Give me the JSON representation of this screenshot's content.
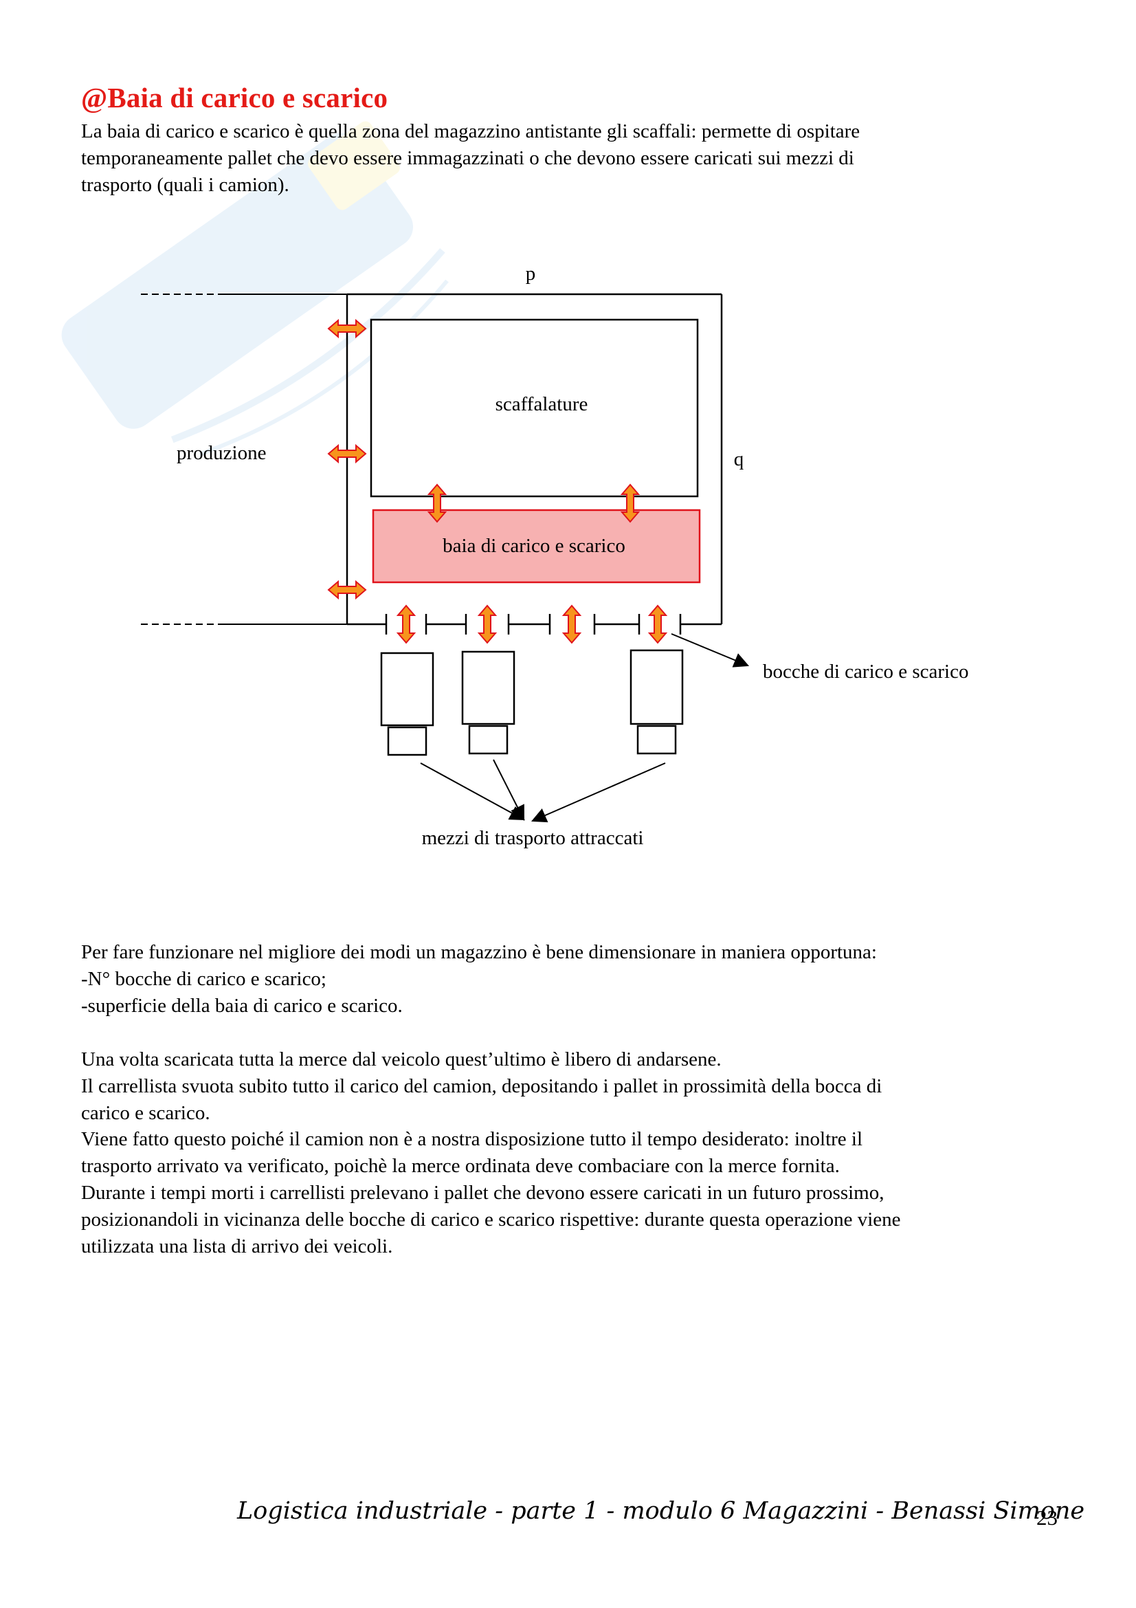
{
  "title": "@Baia di carico e scarico",
  "intro_lines": [
    "La baia di carico e scarico è quella zona del magazzino antistante gli scaffali: permette di ospitare",
    "temporaneamente pallet che devo essere immagazzinati o che devono essere caricati sui mezzi di",
    "trasporto (quali i camion)."
  ],
  "diagram": {
    "label_p": "p",
    "label_q": "q",
    "label_produzione": "produzione",
    "label_scaffalature": "scaffalature",
    "label_baia": "baia di carico e scarico",
    "label_bocche": "bocche di carico e scarico",
    "label_mezzi": "mezzi di trasporto attraccati",
    "colors": {
      "baia_fill": "#f7b1b1",
      "baia_stroke": "#e0131b",
      "arrow_fill": "#f7941d",
      "arrow_stroke": "#e0131b"
    }
  },
  "paragraph1": [
    "Per fare funzionare nel migliore dei modi un magazzino è bene dimensionare in maniera opportuna:",
    "-N° bocche di carico e scarico;",
    "-superficie della baia di carico e scarico."
  ],
  "paragraph2": [
    "Una volta scaricata tutta la merce dal veicolo quest’ultimo è libero di andarsene.",
    "Il carrellista svuota subito tutto il carico del camion, depositando i pallet in prossimità della bocca di",
    "carico e scarico.",
    "Viene fatto questo poiché il camion non è a nostra disposizione tutto il tempo desiderato: inoltre il",
    "trasporto arrivato va verificato, poichè la merce ordinata deve combaciare con la merce fornita.",
    "Durante i tempi morti i carrellisti prelevano i pallet che devono essere caricati in un futuro prossimo,",
    "posizionandoli in vicinanza delle bocche di carico e scarico rispettive: durante questa operazione viene",
    "utilizzata una lista di arrivo dei veicoli."
  ],
  "footer": "Logistica industriale - parte 1 - modulo 6 Magazzini - Benassi Simone",
  "page_number": "23"
}
